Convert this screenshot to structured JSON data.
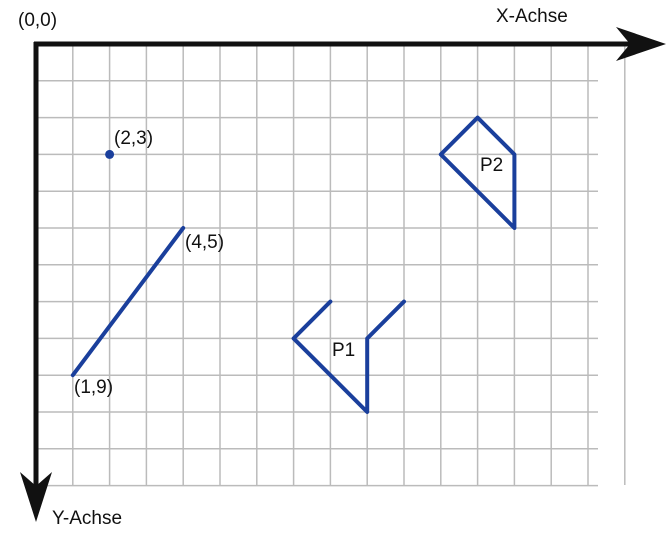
{
  "origin_label": "(0,0)",
  "x_axis_label": "X-Achse",
  "y_axis_label": "Y-Achse",
  "grid": {
    "columns": 16,
    "rows": 12
  },
  "colors": {
    "grid": "#bbbbbb",
    "axis": "#111111",
    "shape": "#1a3f9c",
    "text": "#111111"
  },
  "point": {
    "x": 2,
    "y": 3,
    "label": "(2,3)"
  },
  "segment": {
    "from": {
      "x": 4,
      "y": 5,
      "label": "(4,5)"
    },
    "to": {
      "x": 1,
      "y": 9,
      "label": "(1,9)"
    }
  },
  "polylines": [
    {
      "name": "P1",
      "label": "P1",
      "points": [
        [
          8,
          7
        ],
        [
          7,
          8
        ],
        [
          9,
          10
        ],
        [
          9,
          8
        ],
        [
          10,
          7
        ]
      ]
    },
    {
      "name": "P2",
      "label": "P2",
      "points": [
        [
          11,
          3
        ],
        [
          12,
          2
        ],
        [
          13,
          3
        ],
        [
          13,
          5
        ],
        [
          11,
          3
        ]
      ]
    }
  ]
}
